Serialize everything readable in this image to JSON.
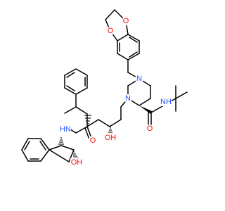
{
  "molecule": {
    "atom_labels": {
      "O": "O",
      "N": "N",
      "NH": "NH",
      "HN": "HN",
      "OH": "OH",
      "HO": "HO",
      "NH_tbutyl": "N",
      "H_tbutyl": "H"
    }
  },
  "colors": {
    "bond": "#000000",
    "oxygen": "#ff0d0d",
    "nitrogen": "#3050f8",
    "background": "#ffffff"
  }
}
